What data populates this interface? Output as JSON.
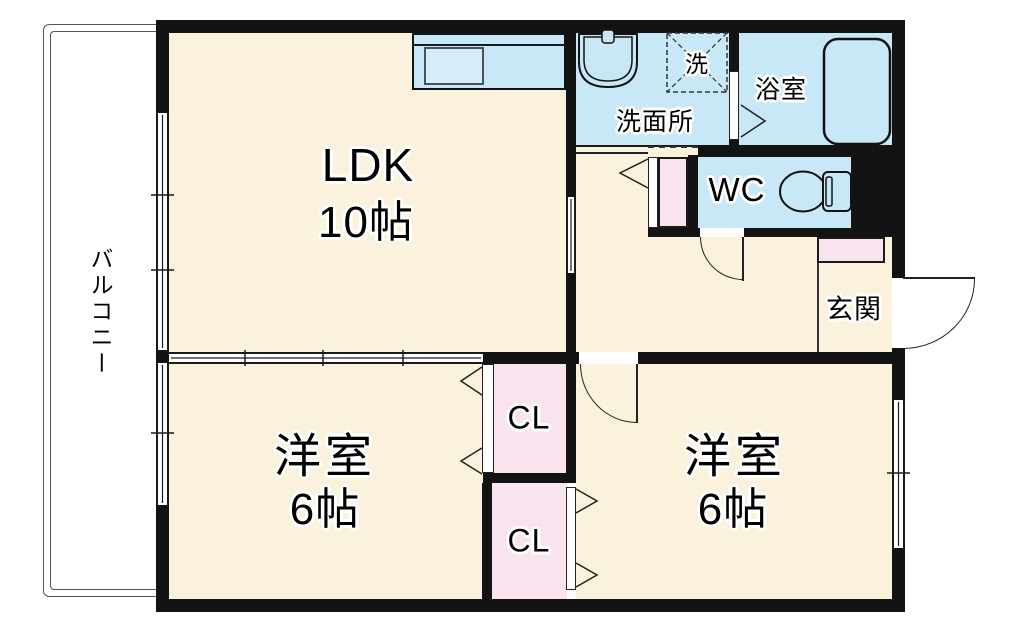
{
  "floorplan": {
    "rooms": {
      "ldk": {
        "label": "LDK",
        "size": "10帖"
      },
      "bedroom_left": {
        "label": "洋室",
        "size": "6帖"
      },
      "bedroom_right": {
        "label": "洋室",
        "size": "6帖"
      },
      "washroom": {
        "label": "洗面所"
      },
      "bathroom": {
        "label": "浴室"
      },
      "wc": {
        "label": "WC"
      },
      "entrance": {
        "label": "玄関"
      },
      "balcony": {
        "label": "バルコニー"
      },
      "closet_upper": {
        "label": "CL"
      },
      "closet_lower": {
        "label": "CL"
      },
      "washer_space": {
        "label": "洗"
      }
    },
    "colors": {
      "floor": "#FBF2DE",
      "water_area": "#C8E8F7",
      "closet": "#F8E3EE",
      "wall": "#131313",
      "background": "#FFFFFF"
    }
  }
}
